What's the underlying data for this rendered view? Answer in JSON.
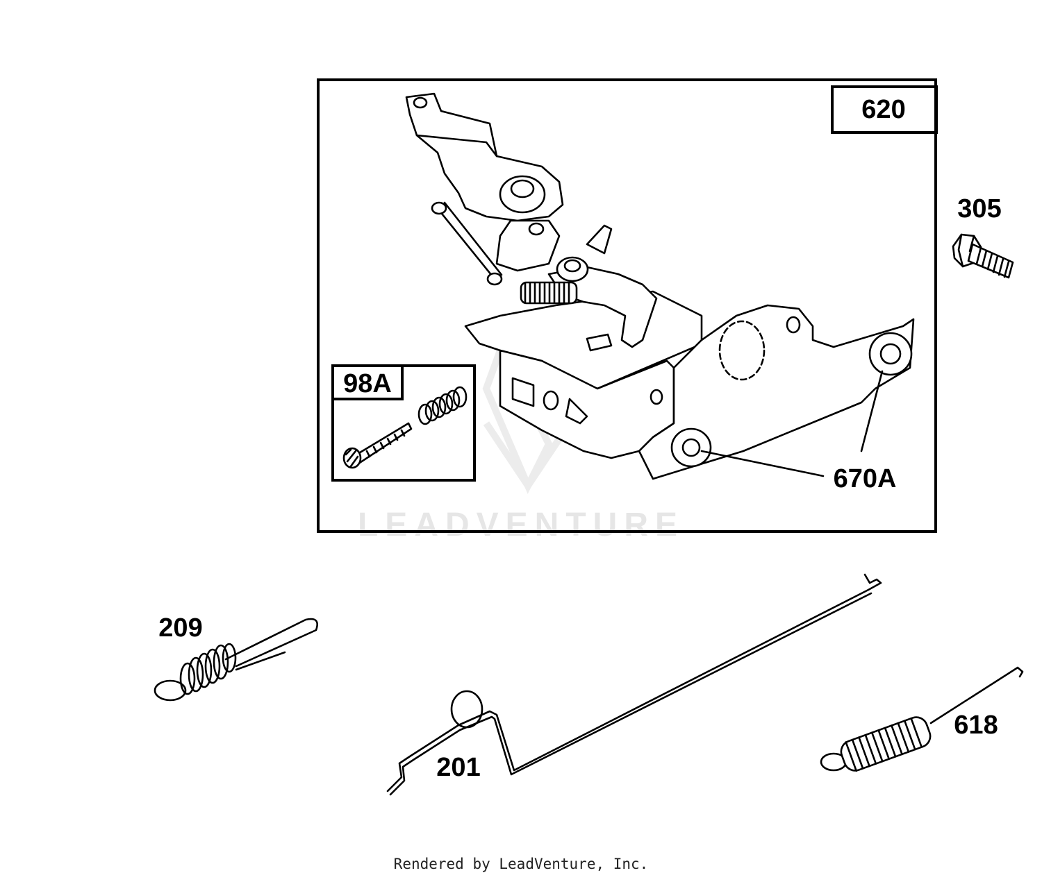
{
  "diagram": {
    "labels": {
      "p620": "620",
      "p98a": "98A",
      "p670a": "670A",
      "p305": "305",
      "p209": "209",
      "p201": "201",
      "p618": "618"
    },
    "watermark": "LEADVENTURE"
  },
  "footer": {
    "text": "Rendered by LeadVenture, Inc."
  }
}
